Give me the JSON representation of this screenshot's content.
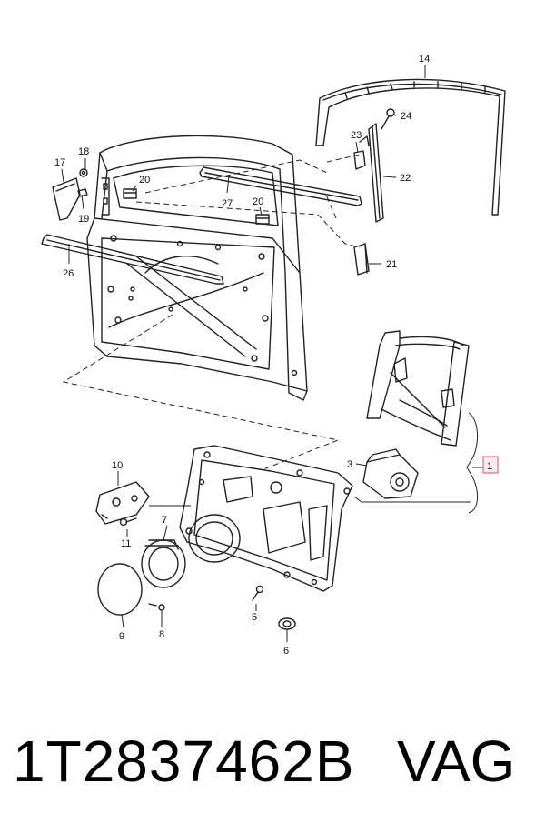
{
  "diagram": {
    "callouts": {
      "c1": "1",
      "c3": "3",
      "c5": "5",
      "c6": "6",
      "c7": "7",
      "c8": "8",
      "c9": "9",
      "c10": "10",
      "c11": "11",
      "c14": "14",
      "c17": "17",
      "c18": "18",
      "c19": "19",
      "c20a": "20",
      "c20b": "20",
      "c21": "21",
      "c22": "22",
      "c23": "23",
      "c24": "24",
      "c26": "26",
      "c27": "27"
    },
    "highlight_color": "#e04a6a"
  },
  "footer": {
    "part_number": "1T2837462B",
    "brand": "VAG"
  }
}
